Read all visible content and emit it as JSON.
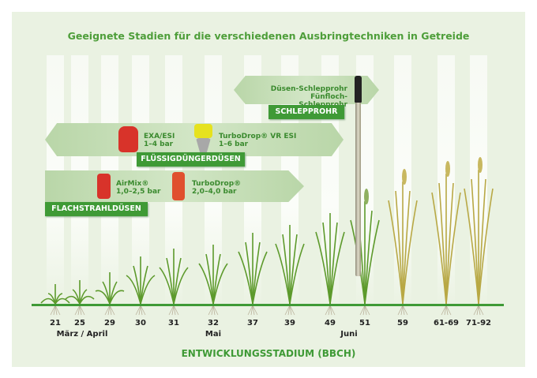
{
  "title": "Geeignete Stadien für die verschiedenen Ausbringtechniken in Getreide",
  "groups": {
    "schlepprohr": {
      "label": "SCHLEPPROHR",
      "line1": "Düsen-Schlepprohr",
      "line2": "Fünfloch-Schlepprohr"
    },
    "fluessig": {
      "label": "FLÜSSIGDÜNGERDÜSEN",
      "n1_name": "EXA/ESI",
      "n1_pressure": "1–4 bar",
      "n2_name": "TurboDrop® VR ESI",
      "n2_pressure": "1–6 bar"
    },
    "flach": {
      "label": "FLACHSTRAHLDÜSEN",
      "n1_name": "AirMix®",
      "n1_pressure": "1,0–2,5 bar",
      "n2_name": "TurboDrop®",
      "n2_pressure": "2,0–4,0 bar"
    }
  },
  "stages": [
    "21",
    "25",
    "29",
    "30",
    "31",
    "32",
    "37",
    "39",
    "49",
    "51",
    "59",
    "61-69",
    "71-92"
  ],
  "months": [
    "März / April",
    "Mai",
    "Juni"
  ],
  "axis_title": "ENTWICKLUNGSSTADIUM (BBCH)"
}
